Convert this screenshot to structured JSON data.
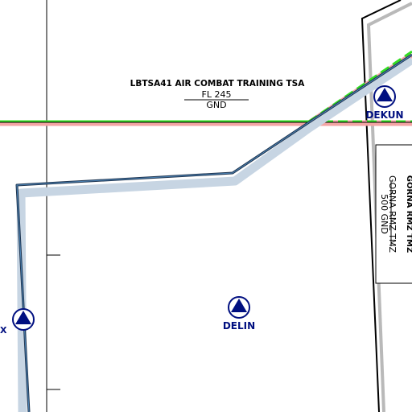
{
  "map": {
    "colors": {
      "background": "#ffffff",
      "boundary_dark": "#1f3550",
      "boundary_halo": "#c7d5e3",
      "tsa_green": "#33dd22",
      "tsa_pink": "#f3a4a4",
      "navy": "#000f80",
      "black": "#000000",
      "gray": "#b9b9b9"
    },
    "tsa": {
      "name": "LBTSA41 AIR COMBAT TRAINING TSA",
      "upper": "FL 245",
      "lower": "GND"
    },
    "rmz_tmz": {
      "title": "GORNA RMZ TMZ",
      "line2": "GORNA RMZ TMZ",
      "line3": "500 GND"
    },
    "waypoints": [
      {
        "name": "DEKUN",
        "icon": "compulsory-reporting-point-triangle"
      },
      {
        "name": "DELIN",
        "icon": "compulsory-reporting-point-triangle"
      },
      {
        "name": "",
        "icon": "compulsory-reporting-point-triangle"
      }
    ],
    "edge_glyph": "X"
  }
}
